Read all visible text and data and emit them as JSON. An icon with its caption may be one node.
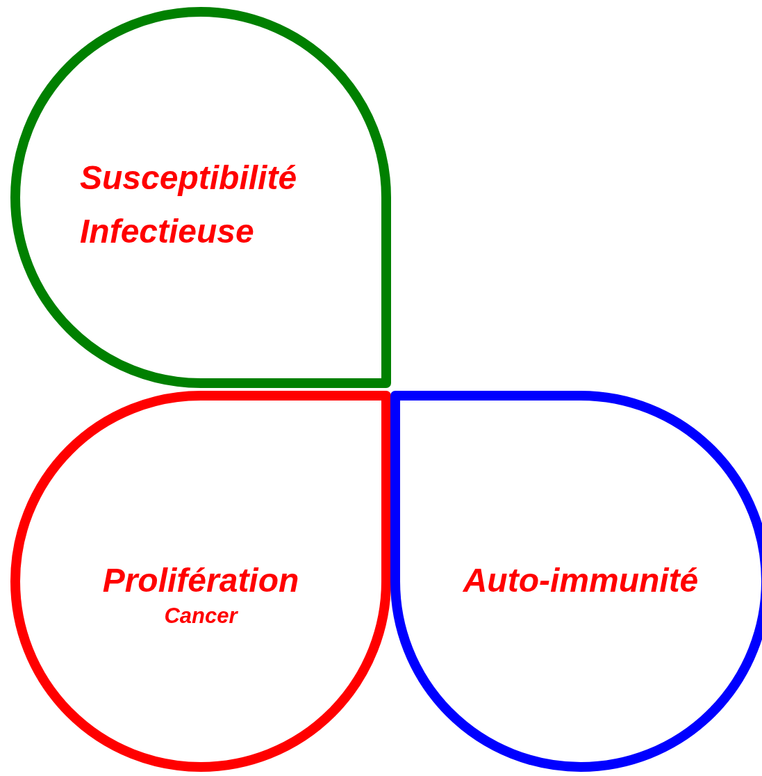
{
  "diagram": {
    "nodes": [
      {
        "text": [
          "Susceptibilité Infectieuse"
        ]
      },
      {
        "text": [
          "Prolifération",
          "Cancer"
        ]
      },
      {
        "text": [
          "Auto-immunité"
        ]
      }
    ]
  }
}
